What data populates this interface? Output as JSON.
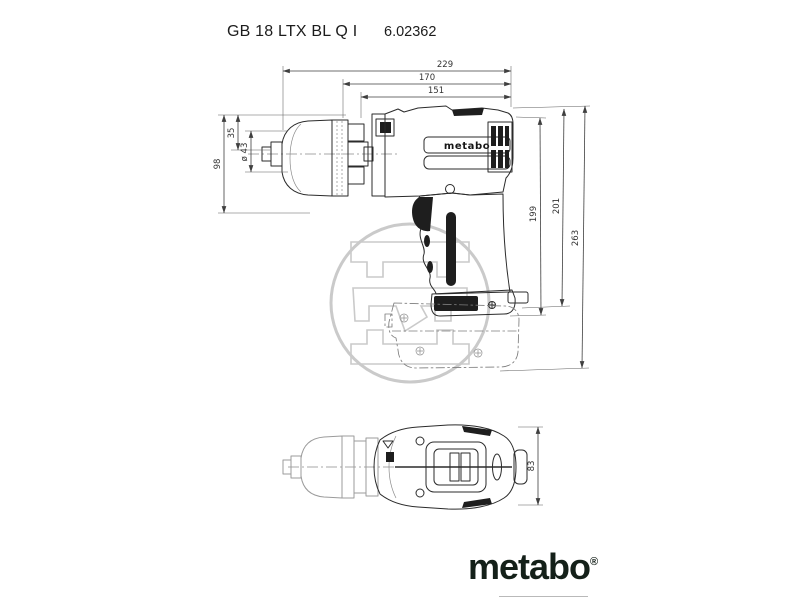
{
  "header": {
    "model_name": "GB 18 LTX BL Q I",
    "order_number": "6.02362"
  },
  "dimensions": {
    "overall_length_mm": "229",
    "body_length_mm": "170",
    "front_length_mm": "151",
    "nose_offset_mm": "35",
    "chuck_diameter_mm": "ø 43",
    "front_height_mm": "98",
    "inner_height_mm": "199",
    "outer_height_mm": "201",
    "overall_height_mm": "263",
    "body_width_mm": "83"
  },
  "tool": {
    "housing_label": "metabo"
  },
  "brand": {
    "logo_text": "metabo",
    "registered_mark": "®",
    "logo_color": "#142019"
  },
  "watermark": {
    "name": "price-comparison-watermark",
    "color": "#cacaca"
  },
  "colors": {
    "line": "#2b2b2b",
    "dimension": "#3f3f3f",
    "background": "#ffffff"
  }
}
